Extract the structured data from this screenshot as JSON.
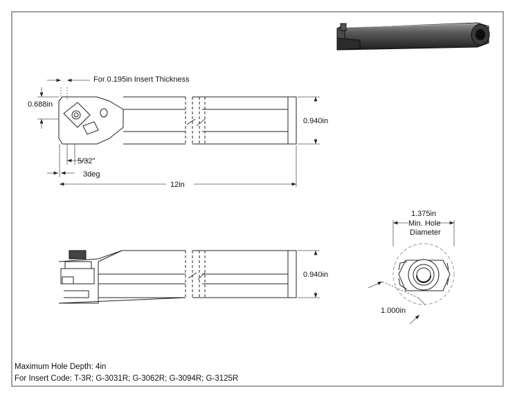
{
  "dimensions": {
    "insert_thickness": "For 0.195in Insert Thickness",
    "height_688": "0.688in",
    "shank_940_top": "0.940in",
    "offset_5_32": "5/32\"",
    "angle_3deg": "3deg",
    "length_12": "12in",
    "shank_940_side": "0.940in",
    "min_hole_value": "1.375in",
    "min_hole_line2": "Min. Hole",
    "min_hole_line3": "Diameter",
    "shank_dia_1000": "1.000in"
  },
  "notes": {
    "max_depth": "Maximum Hole Depth: 4in",
    "insert_codes": "For Insert Code: T-3R; G-3031R; G-3062R; G-3094R; G-3125R"
  },
  "icons": [
    "isometric-tool-render",
    "insert-screw",
    "clamp-screw"
  ],
  "colors": {
    "line": "#222222",
    "dim": "#555555",
    "render": "#3a3a3a"
  }
}
